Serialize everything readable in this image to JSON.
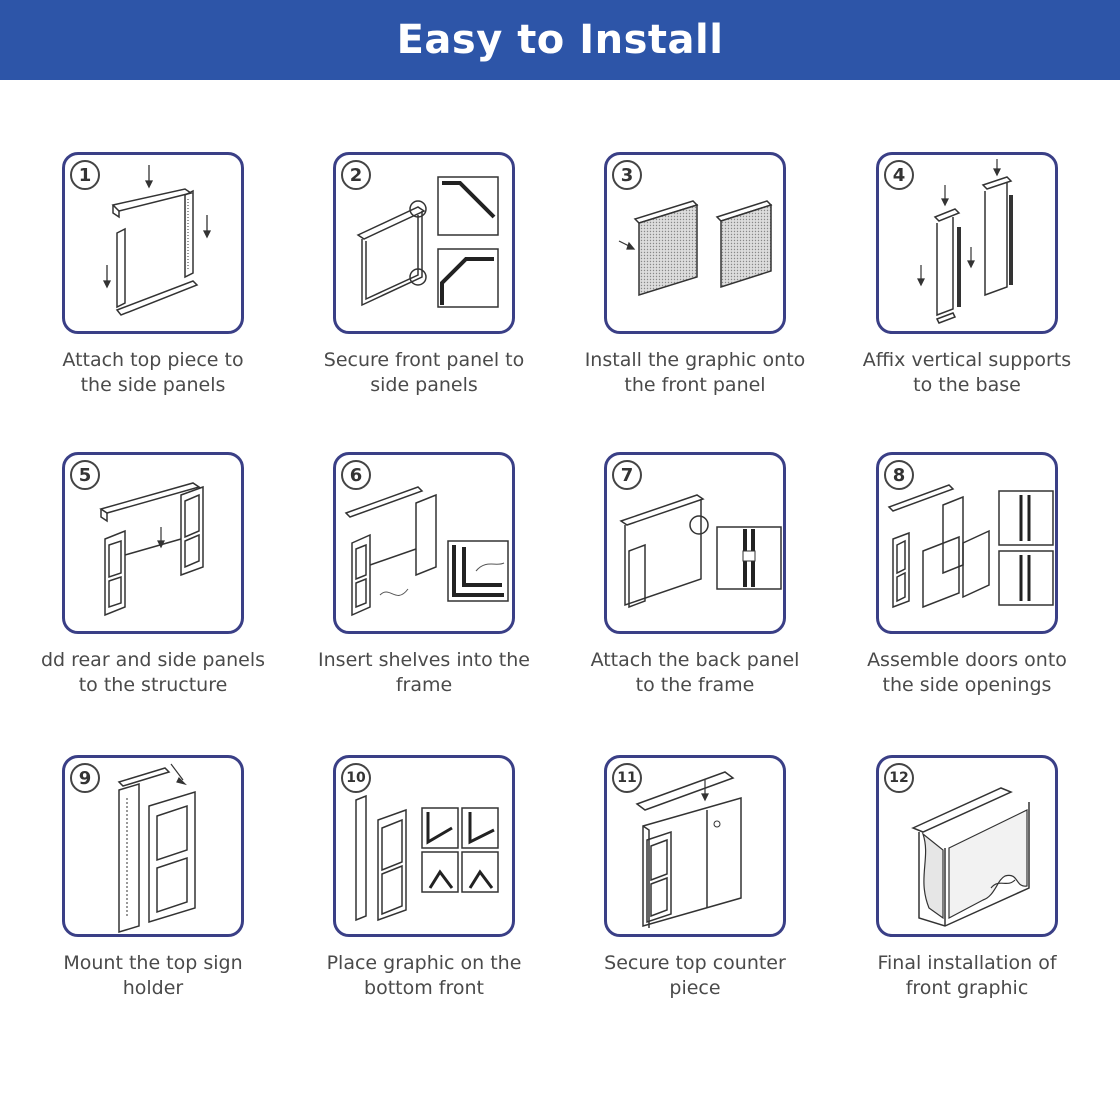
{
  "header": {
    "title": "Easy to Install",
    "background": "#2d55a8"
  },
  "steps": [
    {
      "number": "1",
      "line1": "Attach top piece to",
      "line2": "the side panels"
    },
    {
      "number": "2",
      "line1": "Secure front panel to",
      "line2": "side panels"
    },
    {
      "number": "3",
      "line1": "Install the graphic onto",
      "line2": "the front panel"
    },
    {
      "number": "4",
      "line1": "Affix vertical supports",
      "line2": "to the base"
    },
    {
      "number": "5",
      "line1": "dd rear and side panels",
      "line2": "to the structure"
    },
    {
      "number": "6",
      "line1": "Insert shelves into the",
      "line2": "frame"
    },
    {
      "number": "7",
      "line1": "Attach the back panel",
      "line2": "to the frame"
    },
    {
      "number": "8",
      "line1": "Assemble doors onto",
      "line2": "the side openings"
    },
    {
      "number": "9",
      "line1": "Mount the top sign",
      "line2": "holder"
    },
    {
      "number": "10",
      "line1": "Place graphic on the",
      "line2": "bottom front"
    },
    {
      "number": "11",
      "line1": "Secure top counter",
      "line2": "piece"
    },
    {
      "number": "12",
      "line1": "Final installation of",
      "line2": "front graphic"
    }
  ],
  "colors": {
    "panel_border": "#3a3f86",
    "caption_text": "#4a4a4a"
  }
}
